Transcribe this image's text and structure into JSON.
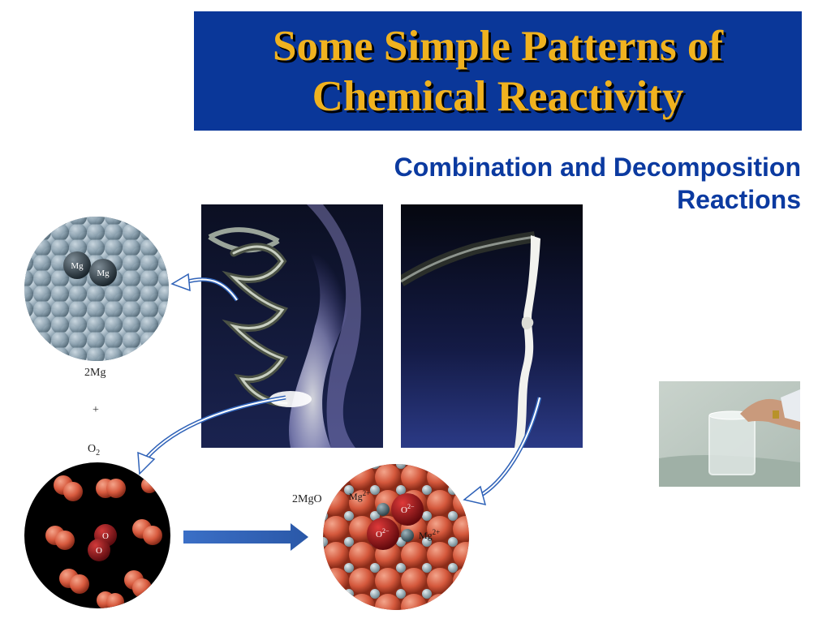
{
  "slide": {
    "title_line1": "Some Simple Patterns of",
    "title_line2": "Chemical Reactivity",
    "subtitle_line1": "Combination and Decomposition",
    "subtitle_line2": "Reactions"
  },
  "figure": {
    "label_2mg": "2Mg",
    "label_plus": "+",
    "label_o2": "O",
    "label_o2_sub": "2",
    "label_2mgo": "2MgO",
    "mg_atom": "Mg",
    "o_atom": "O",
    "mg_ion": "Mg",
    "mg_ion_charge": "2+",
    "o_ion": "O",
    "o_ion_charge": "2−"
  },
  "colors": {
    "title_bg": "#0a3799",
    "title_text": "#f0b21f",
    "subtitle_text": "#0b3aa0",
    "arrow": "#2f62b8"
  }
}
